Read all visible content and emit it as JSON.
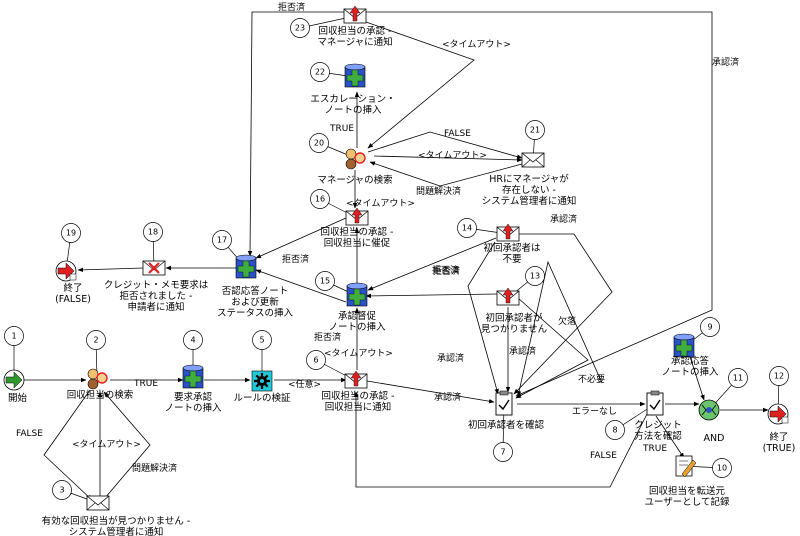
{
  "nodes": [
    {
      "id": "n1",
      "num": "1",
      "type": "start",
      "label": [
        "開始"
      ]
    },
    {
      "id": "n2",
      "num": "2",
      "type": "role",
      "label": [
        "回収担当の検索"
      ]
    },
    {
      "id": "n4",
      "num": "4",
      "type": "db",
      "label": [
        "要求承認",
        "ノートの挿入"
      ]
    },
    {
      "id": "n5",
      "num": "5",
      "type": "rule",
      "label": [
        "ルールの検証"
      ]
    },
    {
      "id": "n3",
      "num": "3",
      "type": "mail",
      "label": [
        "有効な回収担当が見つかりません -",
        "システム管理者に通知"
      ]
    },
    {
      "id": "n6",
      "num": "6",
      "type": "notify",
      "label": [
        "回収担当の承認 -",
        "回収担当に通知"
      ]
    },
    {
      "id": "n7",
      "num": "7",
      "type": "approve",
      "label": [
        "初回承認者を確認"
      ]
    },
    {
      "id": "n8",
      "num": "8",
      "type": "check",
      "label": [
        "クレジット",
        "方法を確認"
      ]
    },
    {
      "id": "n9",
      "num": "9",
      "type": "db",
      "label": [
        "承認応答",
        "ノートの挿入"
      ]
    },
    {
      "id": "n10",
      "num": "10",
      "type": "record",
      "label": [
        "回収担当を転送元",
        "ユーザーとして記録"
      ]
    },
    {
      "id": "n11",
      "num": "11",
      "type": "and",
      "label": [
        "AND"
      ]
    },
    {
      "id": "n12",
      "num": "12",
      "type": "endtrue",
      "label": [
        "終了",
        "(TRUE)"
      ]
    },
    {
      "id": "n13",
      "num": "13",
      "type": "notify",
      "label": [
        "初回承認者が",
        "見つかりません"
      ]
    },
    {
      "id": "n14",
      "num": "14",
      "type": "notify",
      "label": [
        "初回承認者は",
        "不要"
      ]
    },
    {
      "id": "n15",
      "num": "15",
      "type": "db",
      "label": [
        "承認督促",
        "ノートの挿入"
      ]
    },
    {
      "id": "n16",
      "num": "16",
      "type": "notify",
      "label": [
        "回収担当の承認 -",
        "回収担当に催促"
      ]
    },
    {
      "id": "n17",
      "num": "17",
      "type": "db",
      "label": [
        "否認応答ノート",
        "および更新",
        "ステータスの挿入"
      ]
    },
    {
      "id": "n18",
      "num": "18",
      "type": "reject",
      "label": [
        "クレジット・メモ要求は",
        "拒否されました -",
        "申請者に通知"
      ]
    },
    {
      "id": "n19",
      "num": "19",
      "type": "endfalse",
      "label": [
        "終了",
        "(FALSE)"
      ]
    },
    {
      "id": "n20",
      "num": "20",
      "type": "role",
      "label": [
        "マネージャの検索"
      ]
    },
    {
      "id": "n21",
      "num": "21",
      "type": "mail",
      "label": [
        "HRにマネージャが",
        "存在しない -",
        "システム管理者に通知"
      ]
    },
    {
      "id": "n22",
      "num": "22",
      "type": "db",
      "label": [
        "エスカレーション・",
        "ノートの挿入"
      ]
    },
    {
      "id": "n23",
      "num": "23",
      "type": "notify",
      "label": [
        "回収担当の承認 -",
        "マネージャに通知"
      ]
    }
  ],
  "edges": [
    {
      "id": "e1",
      "label": ""
    },
    {
      "id": "e2",
      "label": "TRUE"
    },
    {
      "id": "e3",
      "label": ""
    },
    {
      "id": "e4",
      "label": "<任意>"
    },
    {
      "id": "e5",
      "label": "FALSE"
    },
    {
      "id": "e6",
      "label": "<タイムアウト>"
    },
    {
      "id": "e7",
      "label": "問題解決済"
    },
    {
      "id": "e8",
      "label": "承認済"
    },
    {
      "id": "e9",
      "label": "エラーなし"
    },
    {
      "id": "e10",
      "label": "FALSE"
    },
    {
      "id": "e11",
      "label": "TRUE"
    },
    {
      "id": "e12",
      "label": ""
    },
    {
      "id": "e13",
      "label": ""
    },
    {
      "id": "e14",
      "label": ""
    },
    {
      "id": "e15",
      "label": "<タイムアウト>"
    },
    {
      "id": "e16",
      "label": "拒否済"
    },
    {
      "id": "e17",
      "label": "承認済"
    },
    {
      "id": "e18",
      "label": "欠落"
    },
    {
      "id": "e19",
      "label": "承認済"
    },
    {
      "id": "e20",
      "label": "不必要"
    },
    {
      "id": "e21",
      "label": "拒否済"
    },
    {
      "id": "e22",
      "label": "拒否済"
    },
    {
      "id": "e23",
      "label": "承認済"
    },
    {
      "id": "e24",
      "label": "<タイムアウト>"
    },
    {
      "id": "e25",
      "label": "拒否済"
    },
    {
      "id": "e26",
      "label": ""
    },
    {
      "id": "e27",
      "label": ""
    },
    {
      "id": "e28",
      "label": "TRUE"
    },
    {
      "id": "e29",
      "label": "FALSE"
    },
    {
      "id": "e30",
      "label": "<タイムアウト>"
    },
    {
      "id": "e31",
      "label": "問題解決済"
    },
    {
      "id": "e32",
      "label": ""
    },
    {
      "id": "e33",
      "label": "<タイムアウト>"
    },
    {
      "id": "e34",
      "label": "拒否済"
    },
    {
      "id": "e35",
      "label": "承認済"
    }
  ],
  "colors": {
    "start_green": "#2e9a2e",
    "stop_red": "#e02020",
    "db_blue": "#2a52c8",
    "db_green": "#3fae3f",
    "rule_cyan": "#22c8d8",
    "and_green": "#6cc56c",
    "envelope": "#ffffff"
  }
}
